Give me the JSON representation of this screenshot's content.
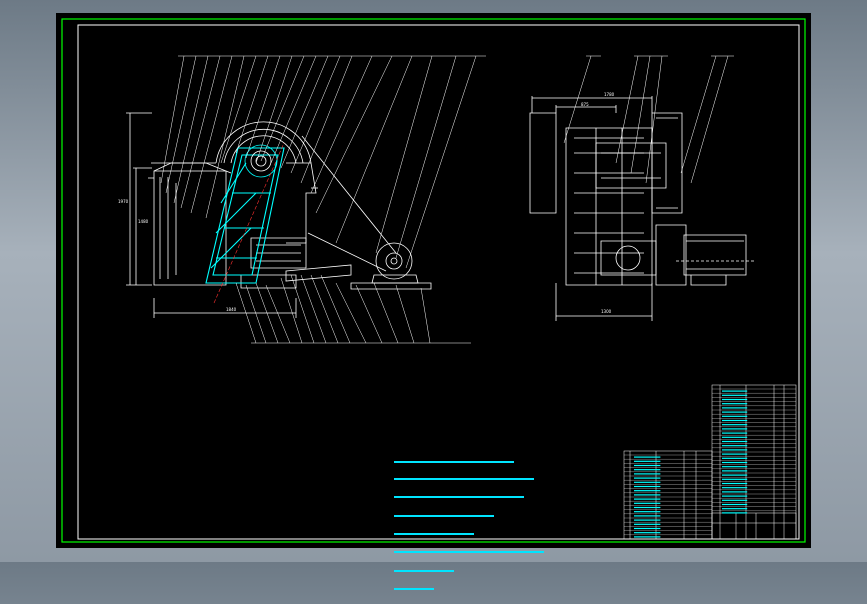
{
  "app": {
    "title": "",
    "canvas_background": "#000000",
    "workspace_background": "#8c97a2"
  },
  "colors": {
    "frame": "#00ff00",
    "linework": "#ffffff",
    "highlight_part": "#00ffff",
    "centerline": "#ff3030",
    "notes_text": "#00e5ff"
  },
  "drawing": {
    "frame_label": "",
    "front_view": {
      "leader_count_top": 21,
      "leader_count_bottom": 14
    },
    "side_view": {
      "leader_count_top": 6
    }
  },
  "icons": {
    "zoom": "zoom-icon"
  }
}
